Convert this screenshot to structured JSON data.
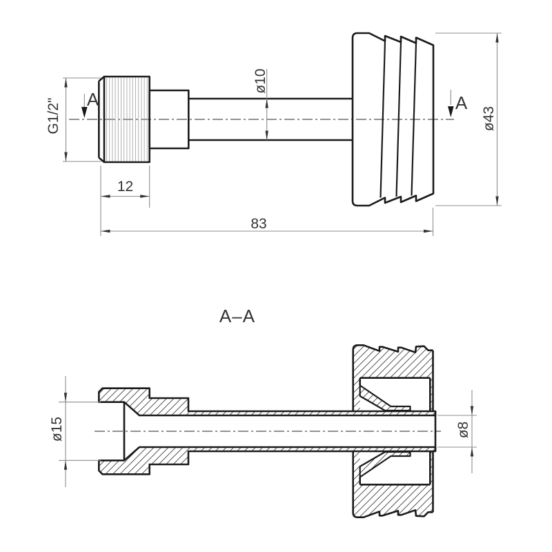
{
  "drawing": {
    "background": "#ffffff",
    "outline_color": "#1a1a1a",
    "dimension_color": "#8c8c8c",
    "text_color": "#333333",
    "side_view": {
      "section_arrow_left_label": "A",
      "section_arrow_right_label": "A",
      "dimensions": {
        "thread": "G1/2\"",
        "head_length": "12",
        "overall_length": "83",
        "shaft_diameter": "ø10",
        "cap_diameter": "ø43"
      }
    },
    "section_view": {
      "title": "A–A",
      "dimensions": {
        "socket_diameter": "ø15",
        "bore_diameter": "ø8"
      }
    }
  }
}
